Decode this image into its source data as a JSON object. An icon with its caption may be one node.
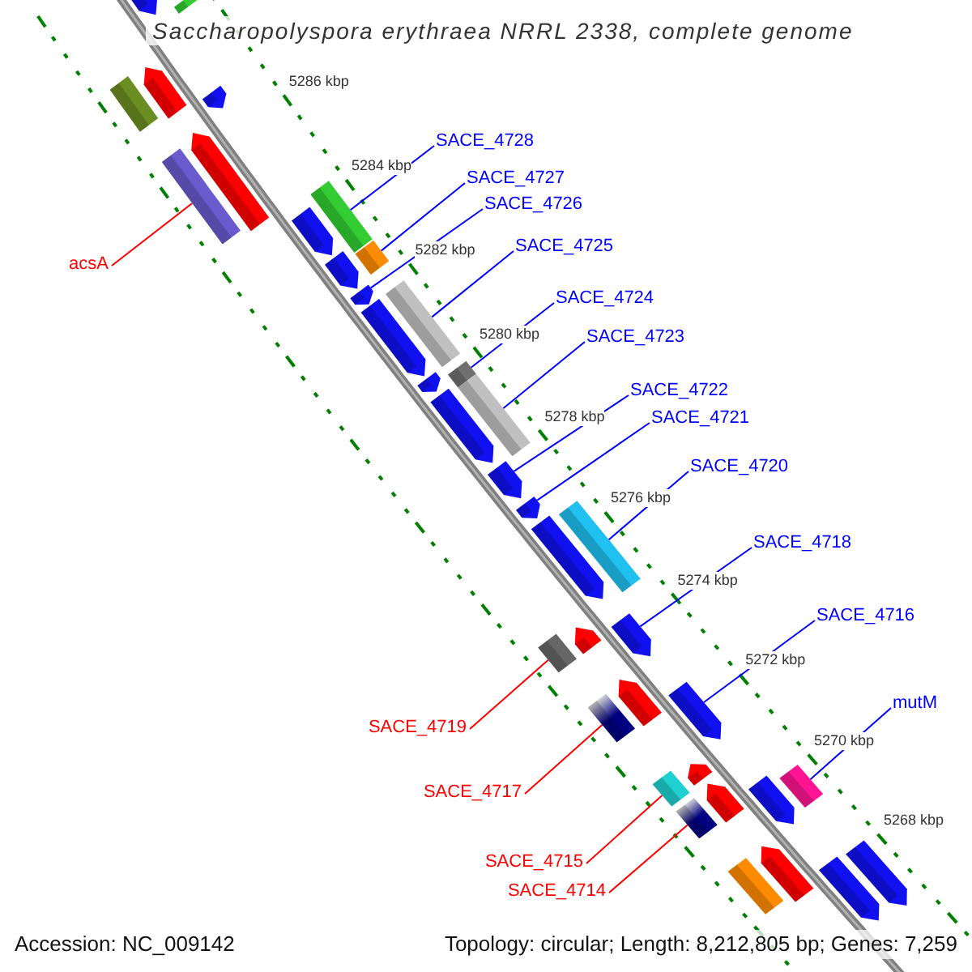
{
  "diagram": {
    "title": "Saccharopolyspora erythraea NRRL 2338, complete genome",
    "nodes": [
      {
        "text": [
          "SACE_4728"
        ]
      },
      {
        "text": [
          "SACE_4727"
        ]
      },
      {
        "text": [
          "SACE_4726"
        ]
      },
      {
        "text": [
          "SACE_4725"
        ]
      },
      {
        "text": [
          "acsA"
        ]
      },
      {
        "text": [
          "SACE_4724"
        ]
      },
      {
        "text": [
          "SACE_4723"
        ]
      },
      {
        "text": [
          "SACE_4722"
        ]
      },
      {
        "text": [
          "SACE_4721"
        ]
      },
      {
        "text": [
          "SACE_4720"
        ]
      },
      {
        "text": [
          "SACE_4718"
        ]
      },
      {
        "text": [
          "SACE_4716"
        ]
      },
      {
        "text": [
          "mutM"
        ]
      },
      {
        "text": [
          "SACE_4719"
        ]
      },
      {
        "text": [
          "SACE_4717"
        ]
      },
      {
        "text": [
          "SACE_4715"
        ]
      },
      {
        "text": [
          "SACE_4714"
        ]
      },
      {
        "text": [],
        "shape": "pentagon"
      },
      {
        "text": [],
        "shape": "box"
      },
      {
        "text": [],
        "shape": "box"
      },
      {
        "text": [],
        "shape": "pentagon"
      },
      {
        "text": [],
        "shape": "pentagon"
      },
      {
        "text": [],
        "shape": "pentagon"
      },
      {
        "text": [],
        "shape": "box"
      },
      {
        "text": [],
        "shape": "box"
      },
      {
        "text": [],
        "shape": "pentagon"
      },
      {
        "text": [],
        "shape": "pentagon"
      },
      {
        "text": [],
        "shape": "box"
      },
      {
        "text": [],
        "shape": "pentagon"
      },
      {
        "text": [],
        "shape": "pentagon"
      },
      {
        "text": [],
        "shape": "box"
      },
      {
        "text": [],
        "shape": "pentagon"
      },
      {
        "text": [],
        "shape": "box"
      },
      {
        "text": [],
        "shape": "pentagon"
      },
      {
        "text": [],
        "shape": "box"
      },
      {
        "text": [],
        "shape": "pentagon"
      },
      {
        "text": [],
        "shape": "pentagon"
      },
      {
        "text": [],
        "shape": "pentagon"
      },
      {
        "text": [],
        "shape": "box"
      },
      {
        "text": [],
        "shape": "box"
      },
      {
        "text": [],
        "shape": "pentagon"
      },
      {
        "text": [],
        "shape": "pentagon"
      },
      {
        "text": [],
        "shape": "pentagon"
      },
      {
        "text": [],
        "shape": "box"
      },
      {
        "text": [],
        "shape": "pentagon"
      },
      {
        "text": [],
        "shape": "box"
      },
      {
        "text": [],
        "shape": "pentagon"
      },
      {
        "text": [],
        "shape": "box"
      },
      {
        "text": [],
        "shape": "pentagon"
      },
      {
        "text": [],
        "shape": "pentagon"
      },
      {
        "text": [],
        "shape": "box"
      },
      {
        "text": [],
        "shape": "pentagon"
      },
      {
        "text": [],
        "shape": "box"
      },
      {
        "text": [],
        "shape": "pentagon"
      },
      {
        "text": [],
        "shape": "pentagon"
      }
    ],
    "edges": [
      {
        "from": 0,
        "to": 24,
        "arrow": "none"
      },
      {
        "from": 1,
        "to": 27,
        "arrow": "none"
      },
      {
        "from": 2,
        "to": 28,
        "arrow": "none"
      },
      {
        "from": 3,
        "to": 30,
        "arrow": "none"
      },
      {
        "from": 4,
        "to": 23,
        "arrow": "none",
        "color": "#ff0000"
      },
      {
        "from": 5,
        "to": 32,
        "arrow": "none"
      },
      {
        "from": 6,
        "to": 34,
        "arrow": "none"
      },
      {
        "from": 7,
        "to": 35,
        "arrow": "none"
      },
      {
        "from": 8,
        "to": 36,
        "arrow": "none"
      },
      {
        "from": 9,
        "to": 38,
        "arrow": "none"
      },
      {
        "from": 10,
        "to": 41,
        "arrow": "none"
      },
      {
        "from": 11,
        "to": 44,
        "arrow": "none"
      },
      {
        "from": 12,
        "to": 50,
        "arrow": "none"
      },
      {
        "from": 13,
        "to": 39,
        "arrow": "none",
        "color": "#ff0000"
      },
      {
        "from": 14,
        "to": 43,
        "arrow": "none",
        "color": "#ff0000"
      },
      {
        "from": 15,
        "to": 45,
        "arrow": "none",
        "color": "#ff0000"
      },
      {
        "from": 16,
        "to": 47,
        "arrow": "none",
        "color": "#ff0000"
      }
    ],
    "labels": [
      "5286 kbp",
      "5284 kbp",
      "5282 kbp",
      "5280 kbp",
      "5278 kbp",
      "5276 kbp",
      "5274 kbp",
      "5272 kbp",
      "5270 kbp",
      "5268 kbp",
      "Accession: NC_009142",
      "Topology: circular; Length: 8,212,805 bp; Genes: 7,259"
    ]
  }
}
